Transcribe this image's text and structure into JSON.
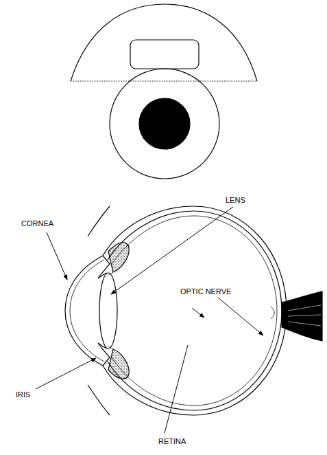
{
  "diagram": {
    "labels": [
      "LENS",
      "CORNEA",
      "OPTIC NERVE",
      "IRIS",
      "RETINA"
    ]
  }
}
